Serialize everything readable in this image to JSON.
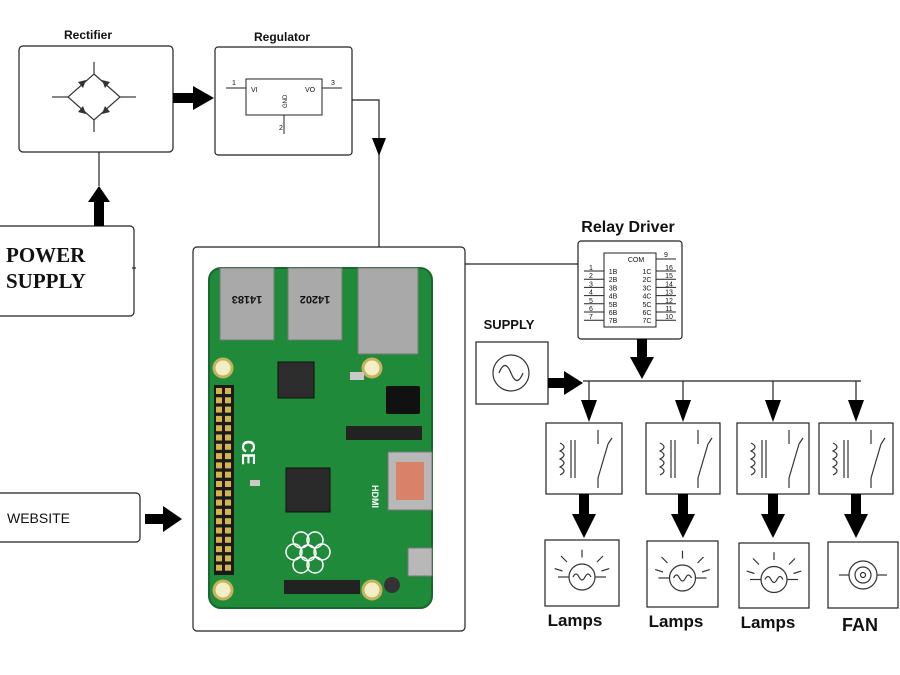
{
  "blocks": {
    "rectifier": "Rectifier",
    "regulator": "Regulator",
    "power_supply_line1": "POWER",
    "power_supply_line2": "SUPPLY",
    "website": "WEBSITE",
    "relay_driver": "Relay Driver",
    "supply": "SUPPLY"
  },
  "regulator_pins": {
    "vi": "VI",
    "vo": "VO",
    "gnd": "GND",
    "pin1": "1",
    "pin2": "2",
    "pin3": "3"
  },
  "relay_driver_pins": {
    "left_numbers": [
      "1",
      "2",
      "3",
      "4",
      "5",
      "6",
      "7"
    ],
    "inputs": [
      "1B",
      "2B",
      "3B",
      "4B",
      "5B",
      "6B",
      "7B"
    ],
    "outputs": [
      "1C",
      "2C",
      "3C",
      "4C",
      "5C",
      "6C",
      "7C"
    ],
    "right_numbers": [
      "16",
      "15",
      "14",
      "13",
      "12",
      "11",
      "10"
    ],
    "com": "COM",
    "com_pin": "9"
  },
  "board": {
    "usb_left": "14183",
    "usb_right": "14202",
    "hdmi": "HDMI",
    "ce_mark": "CE"
  },
  "loads": [
    "Lamps",
    "Lamps",
    "Lamps",
    "FAN"
  ],
  "colors": {
    "pcb_green": "#1f8a3a",
    "pcb_dark": "#16702e",
    "usb_gray": "#a9a9a9",
    "hdmi_copper": "#d9826a",
    "gold": "#d8b24a",
    "arrow": "#000000"
  }
}
